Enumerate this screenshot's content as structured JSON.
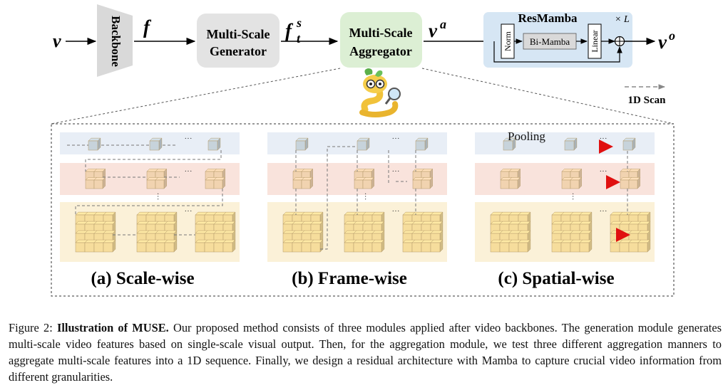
{
  "pipeline": {
    "input": "v",
    "backbone": "Backbone",
    "feature": "f",
    "generator": [
      "Multi-Scale",
      "Generator"
    ],
    "multiscale_feature": {
      "base": "f",
      "sup": "s",
      "sub": "t"
    },
    "aggregator": [
      "Multi-Scale",
      "Aggregator"
    ],
    "aggregated": {
      "base": "v",
      "sup": "a"
    },
    "resmamba": {
      "title": "ResMamba",
      "repeat": "× L",
      "norm": "Norm",
      "bimamba": "Bi-Mamba",
      "linear": "Linear",
      "plus": "⊕"
    },
    "output": {
      "base": "v",
      "sup": "o"
    },
    "legend_scan": "1D Scan"
  },
  "panels": [
    {
      "label": "(a) Scale-wise"
    },
    {
      "label": "(b) Frame-wise"
    },
    {
      "label": "(c) Spatial-wise",
      "pooling": "Pooling"
    }
  ],
  "ellipsis": "···",
  "caption": {
    "prefix": "Figure 2: ",
    "title": "Illustration of MUSE.",
    "body": " Our proposed method consists of three modules applied after video backbones. The generation module generates multi-scale video features based on single-scale visual output. Then, for the aggregation module, we test three different aggregation manners to aggregate multi-scale features into a 1D sequence. Finally, we design a residual architecture with Mamba to capture crucial video information from different granularities."
  },
  "colors": {
    "generator_fill": "#e3e3e3",
    "aggregator_fill": "#dcefd4",
    "resmamba_fill": "#d6e6f4",
    "backbone_fill": "#d9d9d9",
    "row_top": "#e8eef6",
    "row_mid": "#f9e3dc",
    "row_bottom": "#fbf1d8",
    "cube_blue": "#c7d3db",
    "cube_orange": "#f1d3b0",
    "cube_yellow": "#f6dd9c",
    "arrow_red": "#e01010"
  }
}
